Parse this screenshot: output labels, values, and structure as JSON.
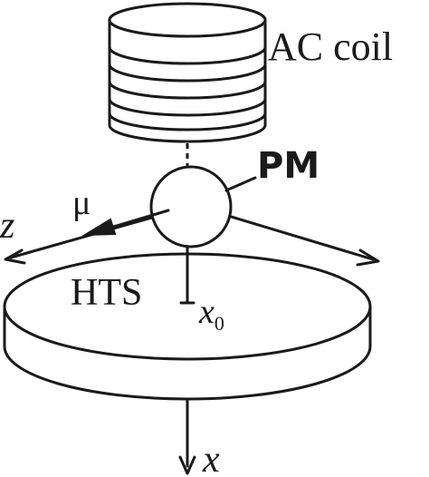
{
  "labels": {
    "ac_coil": "AC coil",
    "pm": "PM",
    "mu": "μ",
    "hts": "HTS",
    "x0_base": "x",
    "x0_sub": "0",
    "z_axis": "z",
    "x_axis": "x"
  },
  "colors": {
    "ink": "#1a1a1a",
    "background": "#ffffff"
  }
}
